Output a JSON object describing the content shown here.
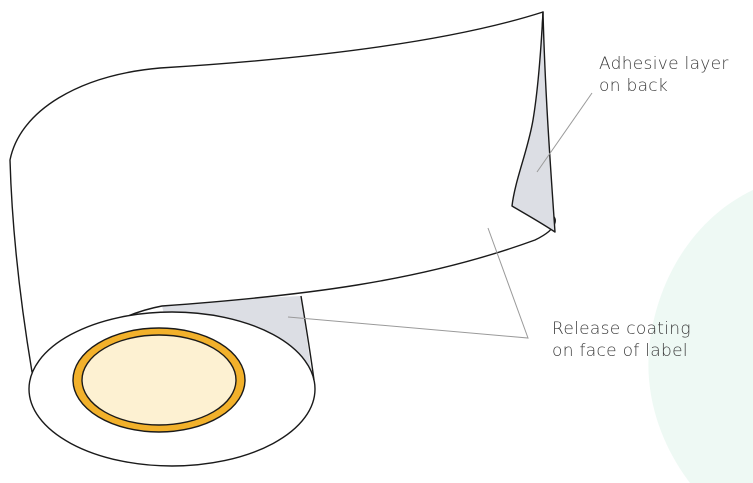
{
  "labels": {
    "adhesive_line1": "Adhesive layer",
    "adhesive_line2": "on back",
    "release_line1": "Release coating",
    "release_line2": "on face of label"
  },
  "colors": {
    "outline": "#1a1a1a",
    "label_face": "#ffffff",
    "adhesive_back": "#dcdee4",
    "core_ring": "#f2b12b",
    "core_fill": "#fdf1d2",
    "background_blob": "#eef9f4",
    "leader_line": "#9a9a9a",
    "text": "#3a3a3a"
  }
}
